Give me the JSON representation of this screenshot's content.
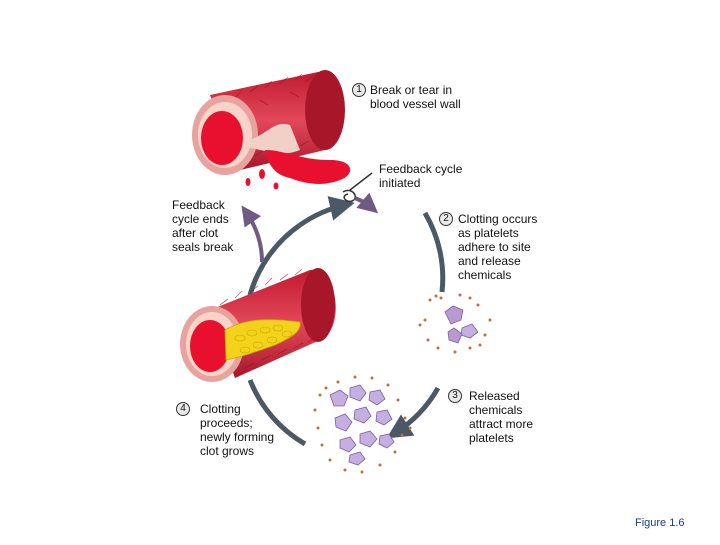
{
  "steps": [
    {
      "number": "1",
      "text": "Break or tear in\nblood vessel wall"
    },
    {
      "number": "2",
      "text": "Clotting occurs\nas platelets\nadhere to site\nand release\nchemicals"
    },
    {
      "number": "3",
      "text": "Released\nchemicals\nattract more\nplatelets"
    },
    {
      "number": "4",
      "text": "Clotting\nproceeds;\nnewly forming\nclot grows"
    }
  ],
  "feedback_initiated": "Feedback cycle\ninitiated",
  "feedback_ends": "Feedback\ncycle ends\nafter clot\nseals break",
  "figure_label": "Figure 1.6",
  "colors": {
    "vessel_red": "#d3283a",
    "vessel_dark": "#9e1426",
    "blood": "#e8102e",
    "cycle_arrow": "#4b5866",
    "purple_arrow": "#6e5a82",
    "clot_yellow": "#f2d21a",
    "platelet": "#b89ad0",
    "figure_label": "#1a3a8c"
  }
}
